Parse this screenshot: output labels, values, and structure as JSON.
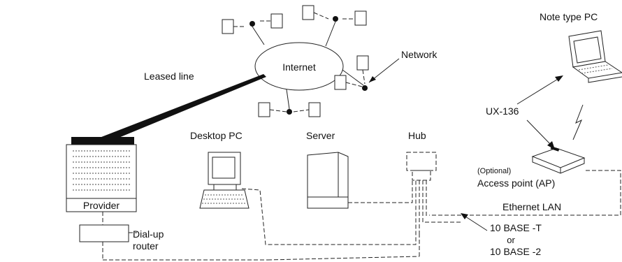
{
  "labels": {
    "internet": "Internet",
    "network": "Network",
    "leased_line": "Leased line",
    "note_pc": "Note type PC",
    "ux136": "UX-136",
    "desktop_pc": "Desktop PC",
    "server": "Server",
    "hub": "Hub",
    "optional": "(Optional)",
    "access_point": "Access point (AP)",
    "provider": "Provider",
    "ethernet_lan": "Ethernet LAN",
    "dialup_line1": "Dial-up",
    "dialup_line2": "router",
    "base_t": "10 BASE -T",
    "or": "or",
    "base_2": "10 BASE -2"
  }
}
